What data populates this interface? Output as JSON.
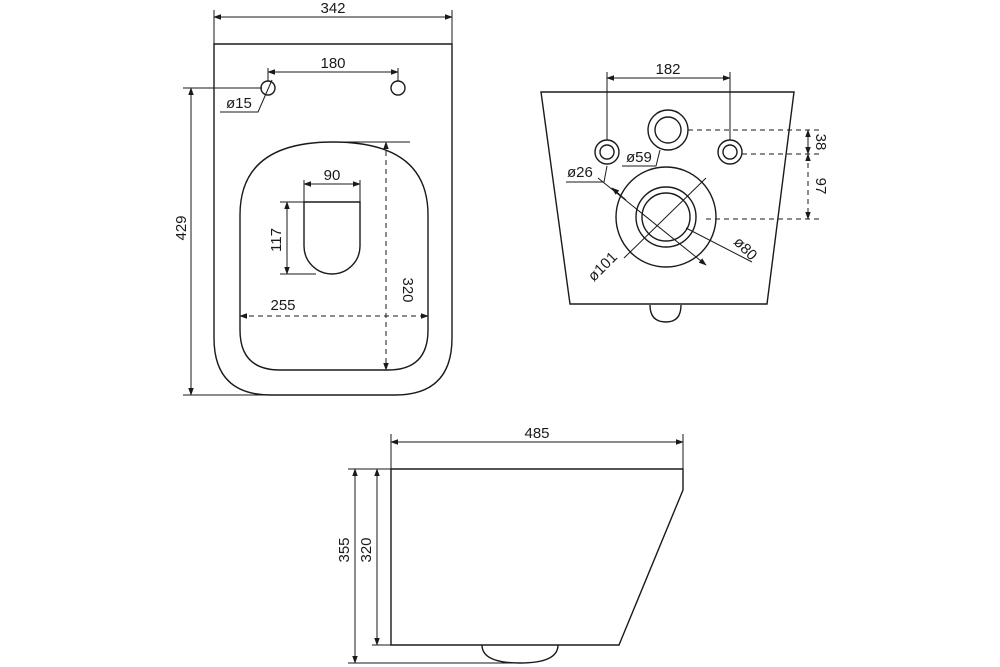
{
  "top_view": {
    "width": "342",
    "height": "429",
    "mount_holes_spacing": "180",
    "mount_hole_diameter": "ø15",
    "drain_width": "90",
    "drain_height": "117",
    "bowl_width": "255",
    "bowl_length": "320"
  },
  "rear_view": {
    "inlet_spacing": "182",
    "inlet_diameter": "ø26",
    "water_inlet_diameter": "ø59",
    "offset_upper": "38",
    "offset_lower": "97",
    "outlet_outer_diameter": "ø101",
    "outlet_inner_diameter": "ø80"
  },
  "side_view": {
    "length": "485",
    "total_height": "355",
    "body_height": "320"
  },
  "colors": {
    "line": "#1a1a1a",
    "background": "#ffffff"
  }
}
